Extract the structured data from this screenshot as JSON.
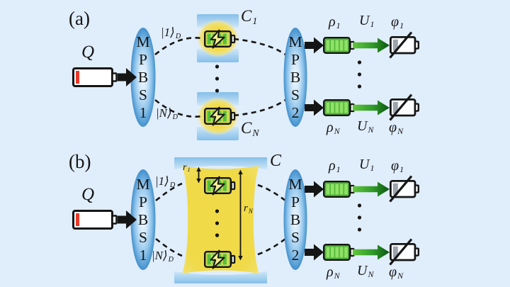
{
  "colors": {
    "background": "#e0edfb",
    "beam_splitter_blue": "#4190cc",
    "mirror_blue": "#9fcdf0",
    "mode_yellow": "#f0da48",
    "battery_green": "#54b83b",
    "battery_cell_green": "#90e266",
    "unitary_arrow_green_dark": "#0a5410",
    "charge_level_red": "#e8392a",
    "depleted_gray": "#9ba3ab",
    "ink_black": "#151515"
  },
  "panel_a": {
    "label": "(a)",
    "source": "Q",
    "splitter_in": [
      "M",
      "P",
      "B",
      "S",
      "1"
    ],
    "splitter_out": [
      "M",
      "P",
      "B",
      "S",
      "2"
    ],
    "ket_top": {
      "main": "|1⟩",
      "sub": "D"
    },
    "ket_bottom": {
      "main": "|N⟩",
      "sub": "D"
    },
    "cavity_top": {
      "main": "C",
      "sub": "1"
    },
    "cavity_bottom": {
      "main": "C",
      "sub": "N"
    }
  },
  "panel_b": {
    "label": "(b)",
    "source": "Q",
    "splitter_in": [
      "M",
      "P",
      "B",
      "S",
      "1"
    ],
    "splitter_out": [
      "M",
      "P",
      "B",
      "S",
      "2"
    ],
    "ket_top": {
      "main": "|1⟩",
      "sub": "D"
    },
    "ket_bottom": {
      "main": "|N⟩",
      "sub": "D"
    },
    "cavity_label": "C",
    "radius_top": {
      "main": "r",
      "sub": "1"
    },
    "radius_span": {
      "main": "r",
      "sub": "N"
    }
  },
  "outputs": {
    "state_top": {
      "main": "ρ",
      "sub": "1"
    },
    "unitary_top": {
      "main": "U",
      "sub": "1"
    },
    "work_top": {
      "main": "φ",
      "sub": "1"
    },
    "state_bottom": {
      "main": "ρ",
      "sub": "N"
    },
    "unitary_bottom": {
      "main": "U",
      "sub": "N"
    },
    "work_bottom": {
      "main": "φ",
      "sub": "N"
    }
  }
}
